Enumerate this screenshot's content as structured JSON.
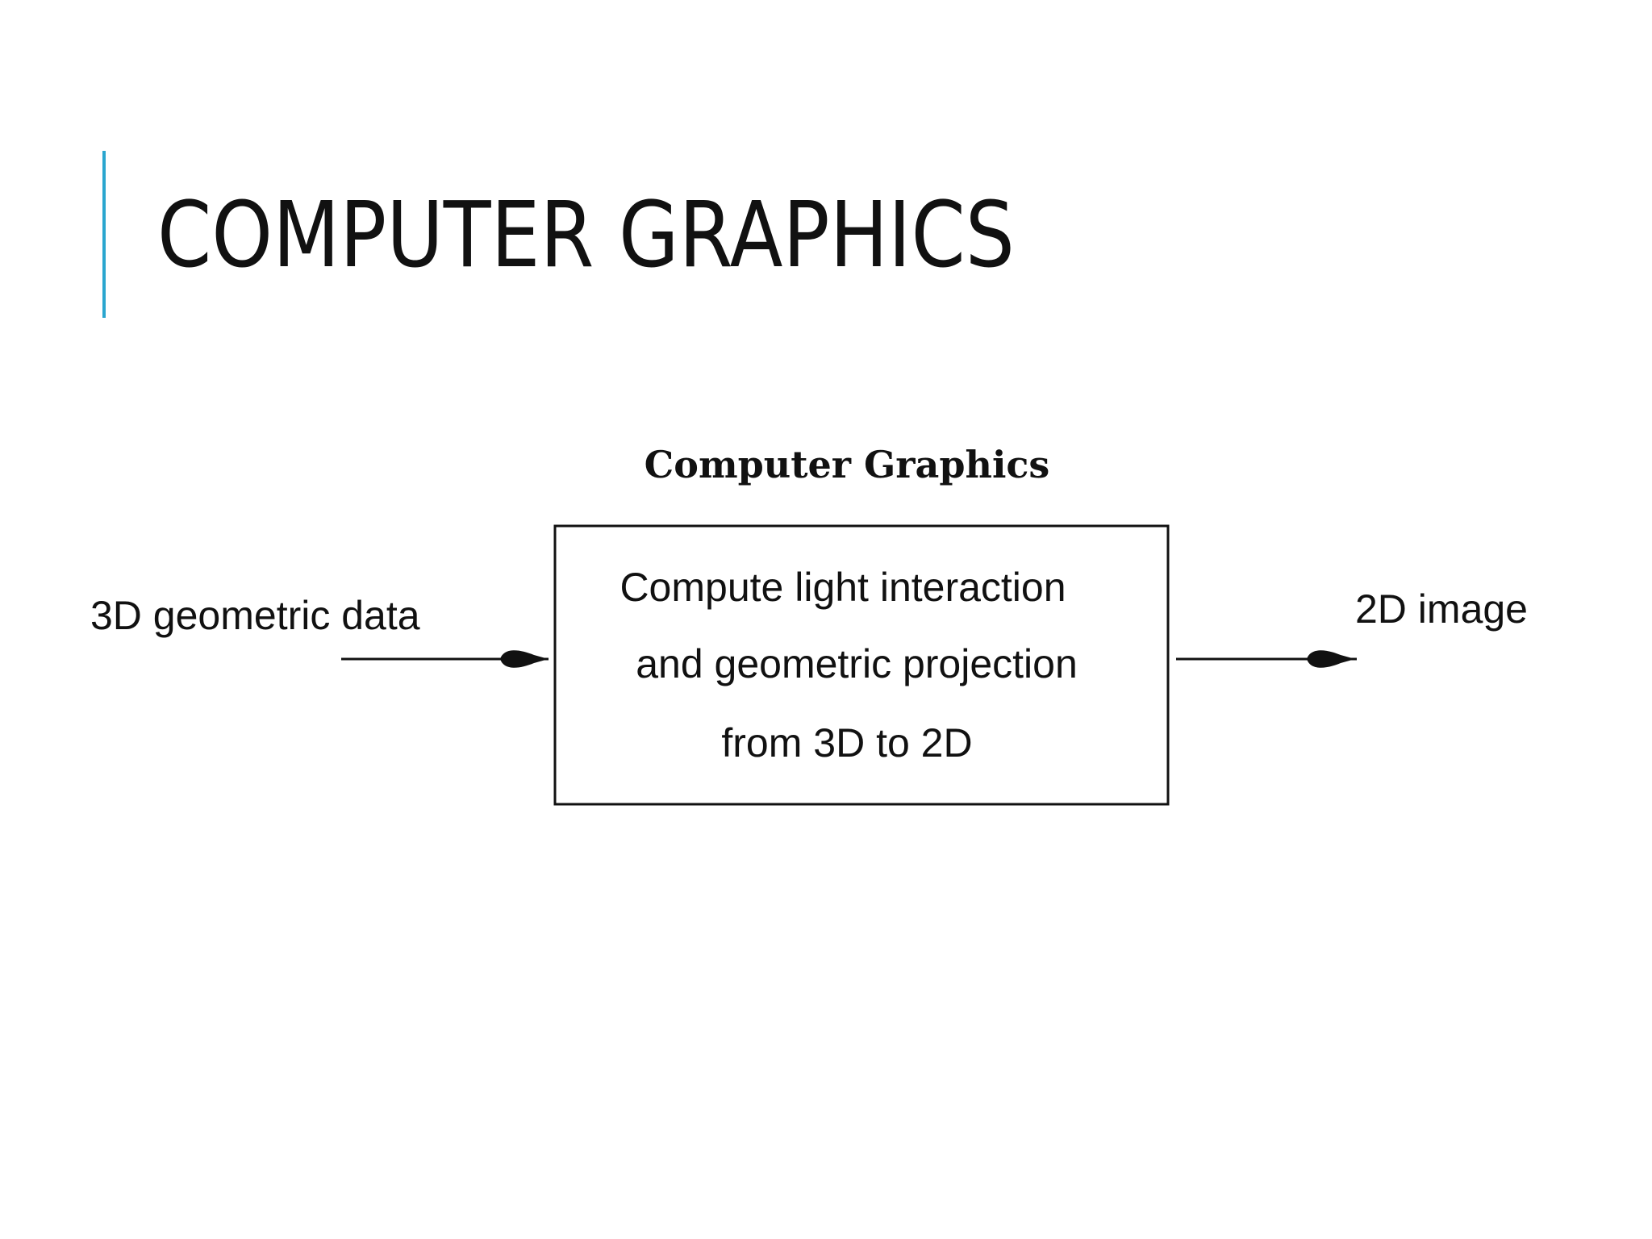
{
  "slide": {
    "title": "COMPUTER GRAPHICS",
    "accent_color": "#2aa6cf"
  },
  "diagram": {
    "title": "Computer Graphics",
    "input_label": "3D geometric data",
    "output_label": "2D image",
    "process_lines": [
      "Compute light interaction",
      "and geometric projection",
      "from 3D to 2D"
    ]
  }
}
